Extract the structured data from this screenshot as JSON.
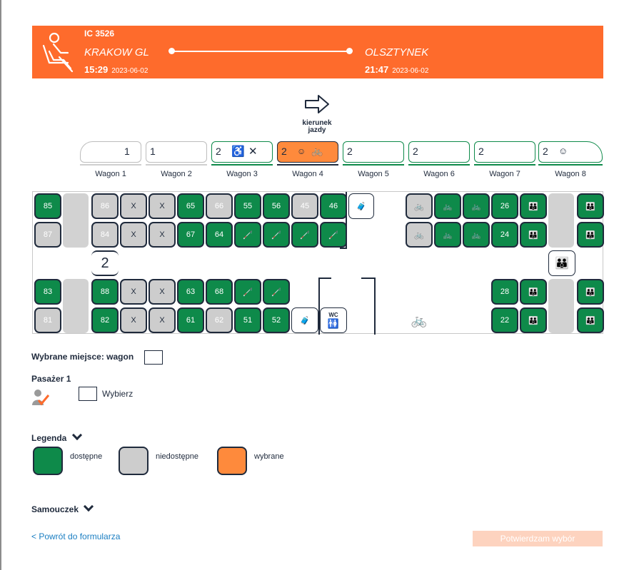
{
  "header": {
    "train": "IC 3526",
    "from": "KRAKOW GL",
    "to": "OLSZTYNEK",
    "dep_time": "15:29",
    "dep_date": "2023-06-02",
    "arr_time": "21:47",
    "arr_date": "2023-06-02",
    "bg_color": "#fe6b2c"
  },
  "direction": {
    "label_line1": "kierunek",
    "label_line2": "jazdy",
    "icon": "arrow-right-icon"
  },
  "wagons": [
    {
      "label": "Wagon 1",
      "class": "1",
      "state": "inactive"
    },
    {
      "label": "Wagon 2",
      "class": "1",
      "state": "inactive"
    },
    {
      "label": "Wagon 3",
      "class": "2",
      "state": "available"
    },
    {
      "label": "Wagon 4",
      "class": "2",
      "state": "selected"
    },
    {
      "label": "Wagon 5",
      "class": "2",
      "state": "available"
    },
    {
      "label": "Wagon 6",
      "class": "2",
      "state": "available"
    },
    {
      "label": "Wagon 7",
      "class": "2",
      "state": "available"
    },
    {
      "label": "Wagon 8",
      "class": "2",
      "state": "available"
    }
  ],
  "class_marker": "2",
  "seats": {
    "s85": "85",
    "s87": "87",
    "s86": "86",
    "s84": "84",
    "x": "X",
    "s65": "65",
    "s67": "67",
    "s66": "66",
    "s64": "64",
    "s55": "55",
    "s56": "56",
    "s45": "45",
    "s46": "46",
    "s26": "26",
    "s24": "24",
    "s83": "83",
    "s81": "81",
    "s88": "88",
    "s82": "82",
    "s63": "63",
    "s61": "61",
    "s68": "68",
    "s62": "62",
    "s51": "51",
    "s52": "52",
    "s28": "28",
    "s22": "22",
    "wc": "WC"
  },
  "selection": {
    "label": "Wybrane miejsce: wagon"
  },
  "passenger": {
    "label": "Pasażer 1",
    "choose": "Wybierz"
  },
  "legend": {
    "title": "Legenda",
    "available": "dostępne",
    "unavailable": "niedostępne",
    "selected": "wybrane",
    "colors": {
      "available": "#0e8a4a",
      "unavailable": "#cdcdcd",
      "selected": "#fe8a3c"
    }
  },
  "tutorial": {
    "title": "Samouczek"
  },
  "actions": {
    "back": "< Powrót do formularza",
    "confirm": "Potwierdzam wybór"
  }
}
